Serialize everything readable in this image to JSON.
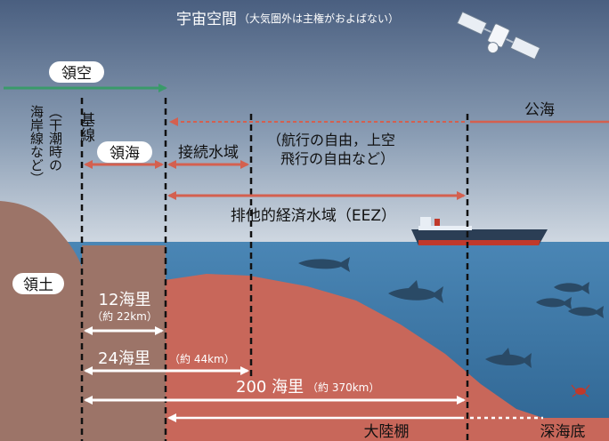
{
  "diagram": {
    "space_title": "宇宙空間",
    "space_note": "（大気圏外は主権がおよばない）",
    "territorial_airspace": "領空",
    "baseline": "基線",
    "baseline_note": [
      "（干潮時の",
      "海岸線など）"
    ],
    "territorial_sea": "領海",
    "contiguous_zone": "接続水域",
    "freedom_note_1": "（航行の自由，上空",
    "freedom_note_2": "飛行の自由など）",
    "high_seas": "公海",
    "eez": "排他的経済水域（EEZ）",
    "land_territory": "領土",
    "dist_12_main": "12海里",
    "dist_12_sub": "（約 22km）",
    "dist_24_main": "24海里",
    "dist_24_sub": "（約 44km）",
    "dist_200_main": "200 海里",
    "dist_200_sub": "（約 370km）",
    "continental_shelf": "大陸棚",
    "deep_sea_floor": "深海底"
  },
  "colors": {
    "sky_top": "#4a5f80",
    "sky_bottom": "#c9d3de",
    "sea": "#3f78a6",
    "seabed": "#c8675a",
    "land": "#9c7468",
    "airspace_arrow": "#3a9a6a",
    "zone_arrow": "#d4604f",
    "eez_arrow": "#d4604f"
  }
}
